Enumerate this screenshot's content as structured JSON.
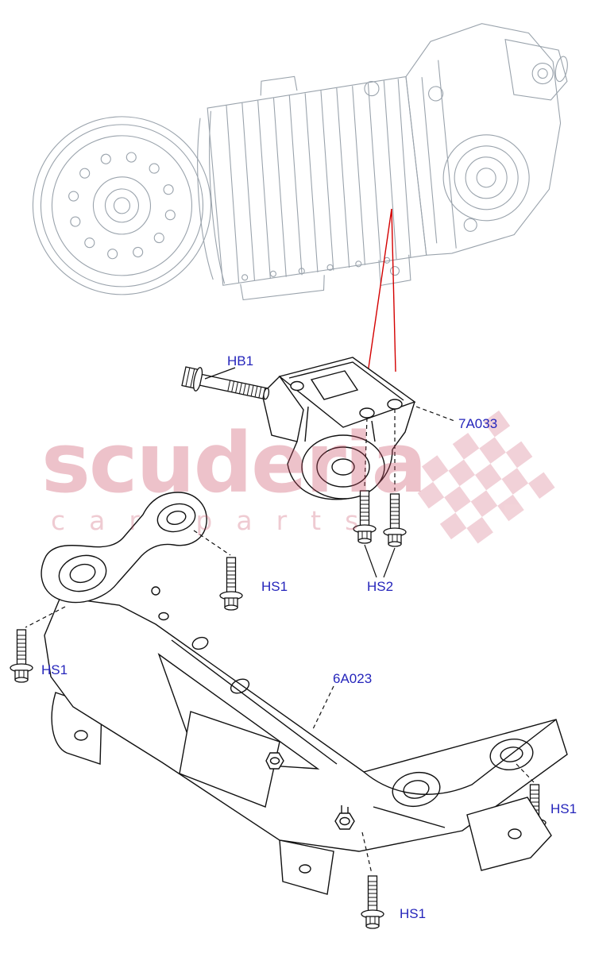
{
  "watermark": {
    "brand": "scuderia",
    "subtitle": "car parts"
  },
  "labels": {
    "hb1": "HB1",
    "mount_7a033": "7A033",
    "hs1_mid": "HS1",
    "hs2": "HS2",
    "hs1_left": "HS1",
    "subframe_6a023": "6A023",
    "hs1_right": "HS1",
    "hs1_bottom": "HS1"
  },
  "colors": {
    "label_blue": "#2525bb",
    "leader_red": "#d40000",
    "drawing_black": "#111111",
    "ghost_gray": "#9aa3ac",
    "watermark_pink": "#c7455f"
  }
}
